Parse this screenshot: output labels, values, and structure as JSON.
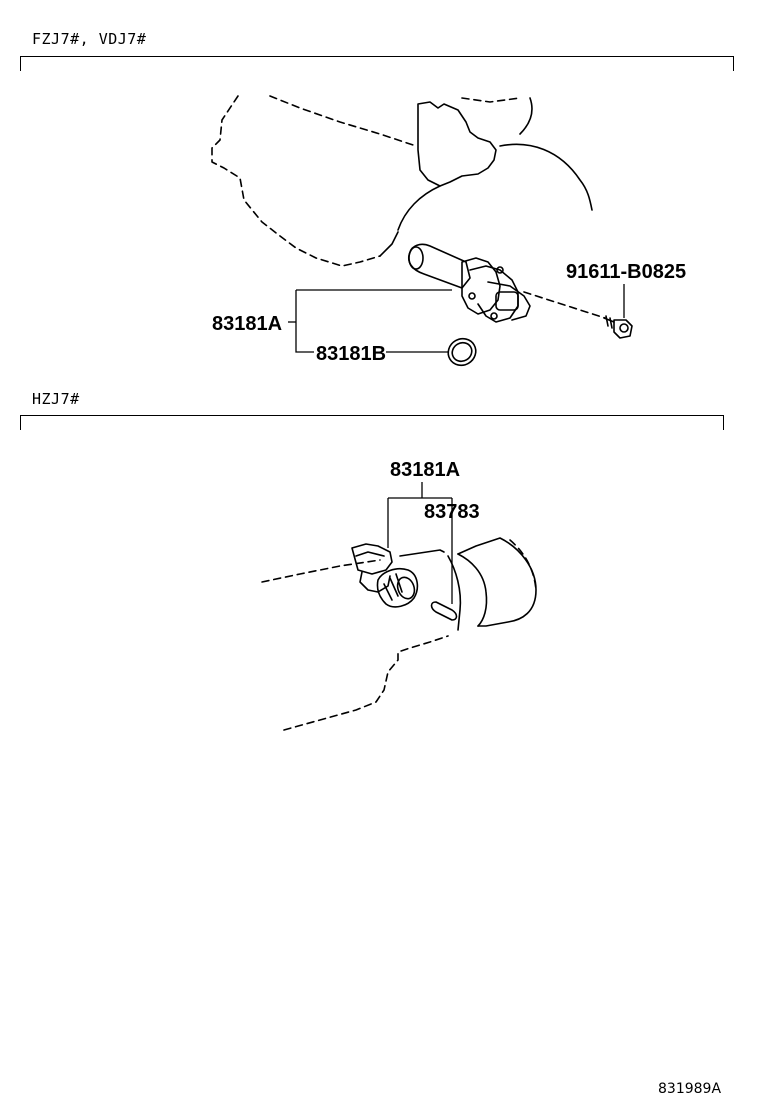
{
  "sections": [
    {
      "label": "FZJ7#, VDJ7#",
      "parts": {
        "sensor_assembly": "83181A",
        "o_ring": "83181B",
        "bolt": "91611-B0825"
      }
    },
    {
      "label": "HZJ7#",
      "parts": {
        "sensor_assembly": "83181A",
        "pin": "83783"
      }
    }
  ],
  "illustration_code": "831989A"
}
